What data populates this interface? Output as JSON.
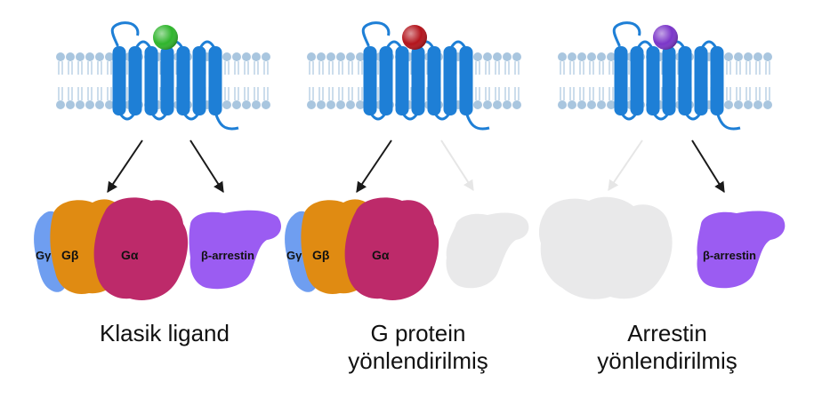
{
  "panels": [
    {
      "ligand_color": "#2fb52c",
      "caption_line1": "Klasik ligand",
      "caption_line2": "",
      "g_protein_active": true,
      "arrestin_active": true,
      "labels": {
        "g_gamma": "Gγ",
        "g_beta": "Gβ",
        "g_alpha": "Gα",
        "arrestin": "β-arrestin"
      }
    },
    {
      "ligand_color": "#b3141c",
      "caption_line1": "G protein",
      "caption_line2": "yönlendirilmiş",
      "g_protein_active": true,
      "arrestin_active": false,
      "labels": {
        "g_gamma": "Gγ",
        "g_beta": "Gβ",
        "g_alpha": "Gα",
        "arrestin": ""
      }
    },
    {
      "ligand_color": "#7b35c9",
      "caption_line1": "Arrestin",
      "caption_line2": "yönlendirilmiş",
      "g_protein_active": false,
      "arrestin_active": true,
      "labels": {
        "g_gamma": "",
        "g_beta": "",
        "g_alpha": "",
        "arrestin": "β-arrestin"
      }
    }
  ],
  "colors": {
    "receptor": "#1e7fd6",
    "lipid": "#a9c6df",
    "g_gamma": "#6f9ef0",
    "g_beta": "#e08b12",
    "g_alpha": "#bd2a6a",
    "arrestin": "#9b5cf2",
    "inactive": "#e9e9ea",
    "arrow_active": "#1a1a1a",
    "arrow_inactive": "#e6e6e6"
  }
}
